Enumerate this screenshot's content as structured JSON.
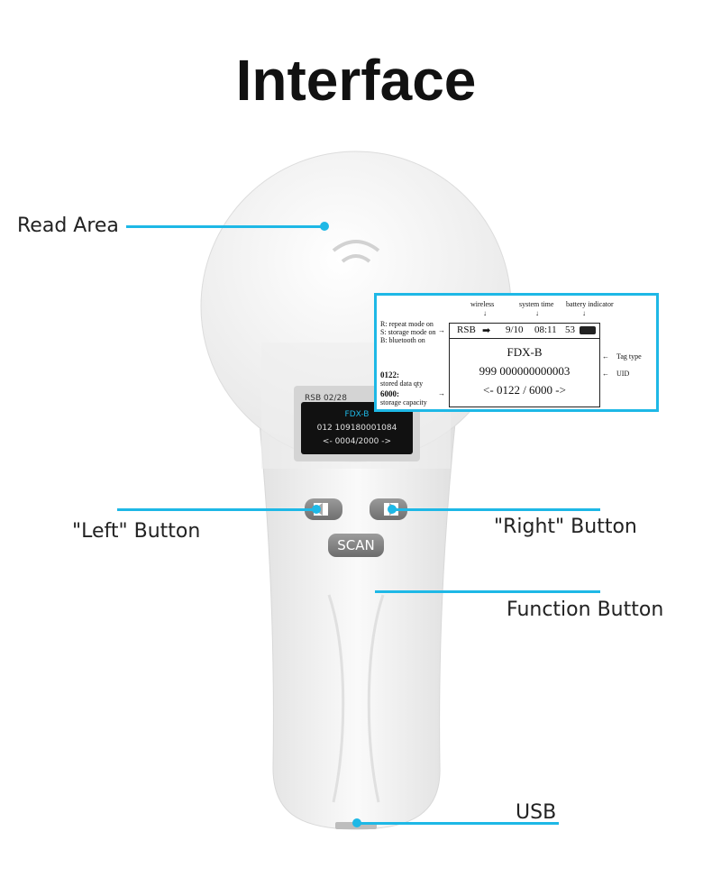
{
  "title": "Interface",
  "callouts": {
    "read_area": "Read Area",
    "left_button": "\"Left\" Button",
    "right_button": "\"Right\" Button",
    "function_button": "Function Button",
    "usb": "USB"
  },
  "device_screen": {
    "top": "RSB  02/28",
    "tag_type": "FDX-B",
    "uid": "012  109180001084",
    "nav": "<-  0004/2000  ->"
  },
  "scan_label": "SCAN",
  "inset": {
    "wireless": "wireless",
    "system_time": "system time",
    "battery_indicator": "battery indicator",
    "mode_r": "R: repeat mode on",
    "mode_s": "S: storage mode on",
    "mode_b": "B: bluetooth on",
    "stored_qty_value": "0122:",
    "stored_qty_label": "stored data qty",
    "capacity_value": "6000:",
    "capacity_label": "storage capacity",
    "tag_type_label": "Tag type",
    "uid_label": "UID",
    "bar_rsb": "RSB",
    "bar_date": "9/10",
    "bar_time": "08:11",
    "bar_num": "53",
    "tag_type": "FDX-B",
    "uid": "999  000000000003",
    "nav": "<-   0122  / 6000   ->"
  },
  "colors": {
    "accent": "#1eb8e6",
    "device_body": "#f2f2f2"
  }
}
